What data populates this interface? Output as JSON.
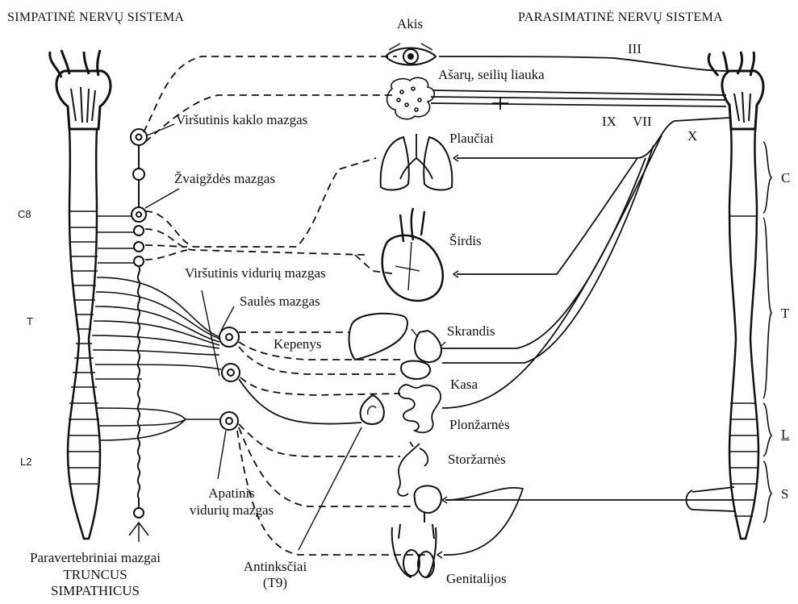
{
  "titles": {
    "left": "SIMPATINĖ NERVŲ SISTEMA",
    "right": "PARASIMATINĖ NERVŲ SISTEMA"
  },
  "spinal_levels_left": {
    "c8": "C8",
    "t": "T",
    "l2": "L2"
  },
  "spinal_regions_right": {
    "c": "C",
    "t": "T",
    "l": "L",
    "s": "S"
  },
  "cranial_nerves": {
    "iii": "III",
    "ix": "IX",
    "vii": "VII",
    "x": "X"
  },
  "ganglia": {
    "superior_cervical": "Viršutinis kaklo mazgas",
    "stellate": "Žvaigždės mazgas",
    "superior_mesenteric": "Viršutinis vidurių mazgas",
    "celiac": "Saulės mazgas",
    "inferior_mesenteric_line1": "Apatinis",
    "inferior_mesenteric_line2": "vidurių mazgas"
  },
  "organs": {
    "eye": "Akis",
    "lacrimal_salivary": "Ašarų, seilių liauka",
    "lungs": "Plaučiai",
    "heart": "Širdis",
    "liver": "Kepenys",
    "stomach": "Skrandis",
    "pancreas": "Kasa",
    "small_intestine": "Plonžarnės",
    "large_intestine": "Storžarnės",
    "genitals": "Genitalijos",
    "adrenal_line1": "Antinksčiai",
    "adrenal_line2": "(T9)"
  },
  "trunk_caption": {
    "line1": "Paravertebriniai mazgai",
    "line2": "TRUNCUS",
    "line3": "SIMPATHICUS"
  }
}
